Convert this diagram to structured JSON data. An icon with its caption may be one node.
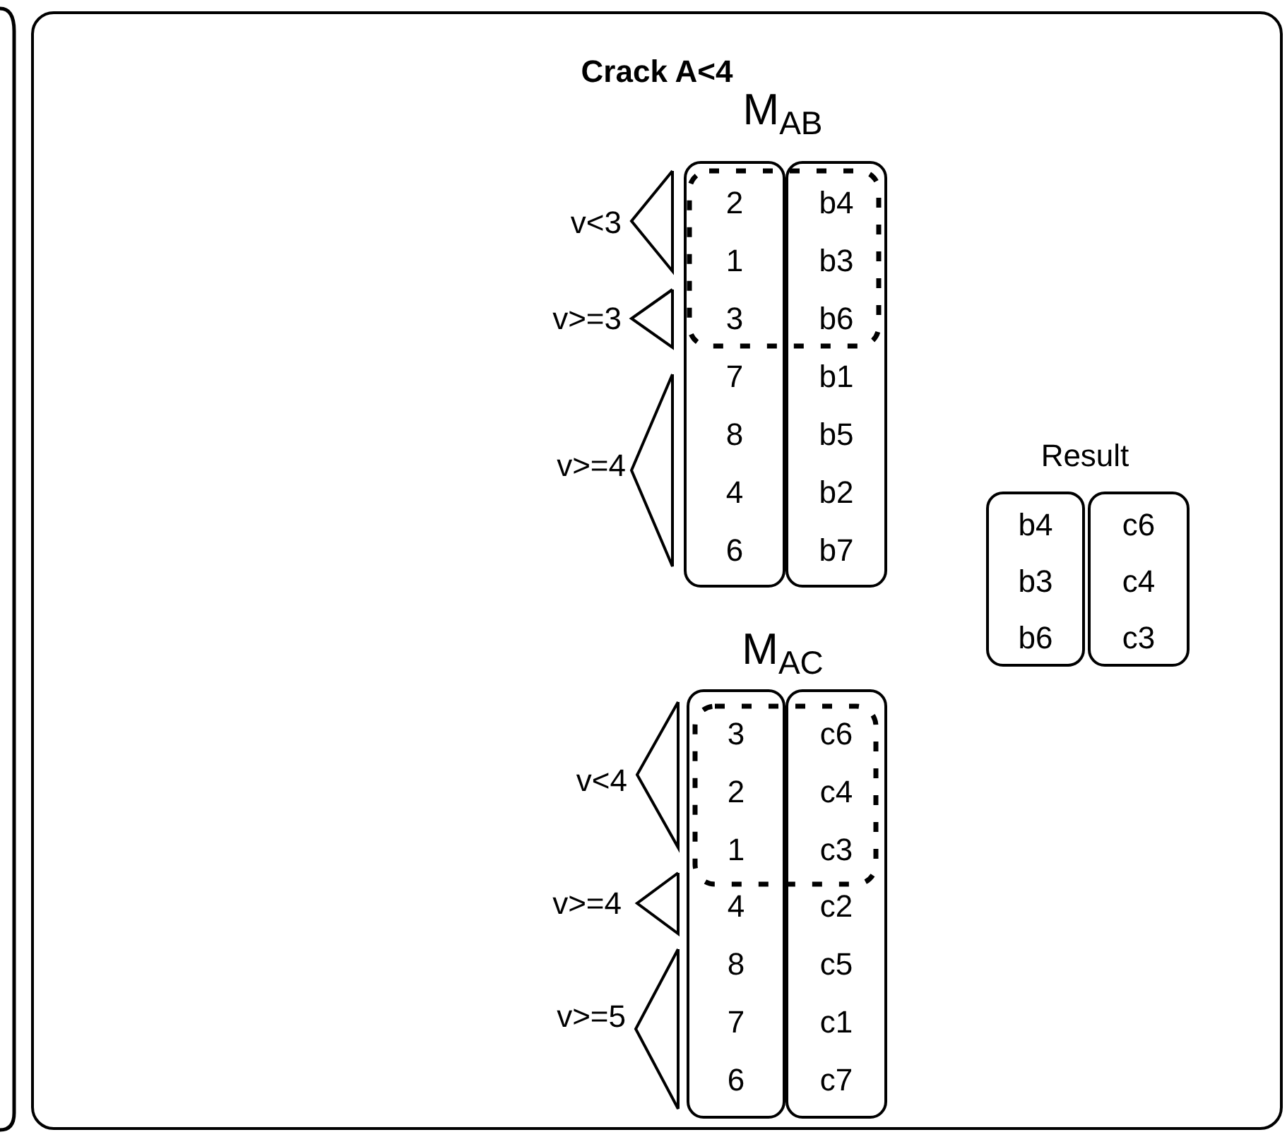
{
  "diagram": {
    "nodes": [
      {
        "text": [
          "Crack A<4"
        ]
      },
      {
        "text": [
          "2",
          "1",
          "3",
          "7",
          "8",
          "4",
          "6"
        ],
        "in": 0
      },
      {
        "text": [
          "b4",
          "b3",
          "b6",
          "b1",
          "b5",
          "b2",
          "b7"
        ],
        "in": 0
      },
      {
        "text": [
          "3",
          "2",
          "1",
          "4",
          "8",
          "7",
          "6"
        ],
        "in": 0
      },
      {
        "text": [
          "c6",
          "c4",
          "c3",
          "c2",
          "c5",
          "c1",
          "c7"
        ],
        "in": 0
      },
      {
        "text": [
          "b4",
          "b3",
          "b6"
        ],
        "in": 0
      },
      {
        "text": [
          "c6",
          "c4",
          "c3"
        ],
        "in": 0
      }
    ],
    "labels": [
      "M$_{AB}$",
      "v<3",
      "v>=3",
      "v>=4",
      "M$_{AC}$",
      "v<4",
      "v>=4",
      "v>=5",
      "Result"
    ]
  }
}
